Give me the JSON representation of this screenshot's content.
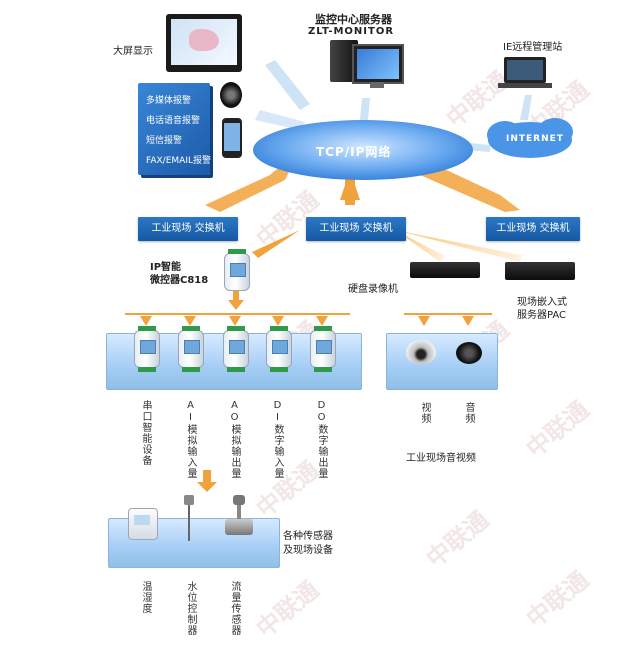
{
  "server": {
    "title": "监控中心服务器",
    "subtitle": "ZLT-MONITOR"
  },
  "big_screen": {
    "label": "大屏显示"
  },
  "alarms": [
    "多媒体报警",
    "电话语音报警",
    "短信报警",
    "FAX/EMAIL报警"
  ],
  "ie_station": {
    "label": "IE远程管理站"
  },
  "internet": {
    "label": "INTERNET"
  },
  "network": {
    "label": "TCP/IP网络"
  },
  "switches": [
    "工业现场  交换机",
    "工业现场  交换机",
    "工业现场  交换机"
  ],
  "controller": {
    "line1": "IP智能",
    "line2": "微控器C818"
  },
  "dvr": {
    "label": "硬盘录像机"
  },
  "pac": {
    "line1": "现场嵌入式",
    "line2": "服务器PAC"
  },
  "io_labels": [
    "串口智能设备",
    "AI模拟输入量",
    "AO模拟输出量",
    "DI数字输入量",
    "DO数字输出量"
  ],
  "av": {
    "video": "视频",
    "audio": "音频",
    "caption": "工业现场音视频"
  },
  "sensors": {
    "line1": "各种传感器",
    "line2": "及现场设备"
  },
  "sensor_labels": [
    "温湿度",
    "水位控制器",
    "流量传感器"
  ],
  "watermark": "中联通",
  "colors": {
    "switch": "#1b63b0",
    "arrow": "#f0a030",
    "glass": "#a5cdf5"
  }
}
